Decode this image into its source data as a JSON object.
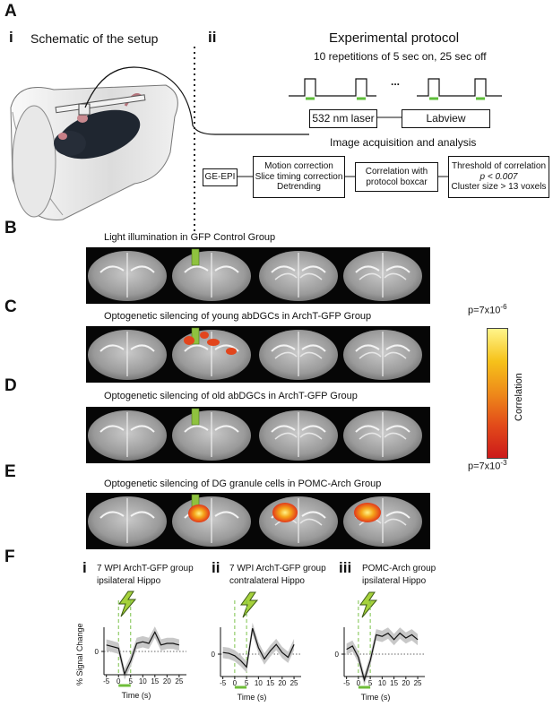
{
  "panel_A": {
    "letter": "A",
    "sub_i": "i",
    "sub_i_title": "Schematic of the setup",
    "sub_ii": "ii",
    "protocol_title": "Experimental protocol",
    "repetitions": "10 repetitions of 5 sec on, 25 sec off",
    "ellipsis": "...",
    "laser_box": "532 nm laser",
    "labview_box": "Labview",
    "analysis_title": "Image acquisition and analysis",
    "geepi_box": "GE-EPI",
    "motion_lines": [
      "Motion correction",
      "Slice timing correction",
      "Detrending"
    ],
    "correlation_lines": [
      "Correlation with",
      "protocol boxcar"
    ],
    "threshold_lines": [
      "Threshold of correlation",
      "p < 0.007",
      "Cluster size > 13 voxels"
    ]
  },
  "panel_B": {
    "letter": "B",
    "title": "Light illumination in GFP Control Group"
  },
  "panel_C": {
    "letter": "C",
    "title": "Optogenetic silencing of young abDGCs in ArchT-GFP Group"
  },
  "panel_D": {
    "letter": "D",
    "title": "Optogenetic silencing of old abDGCs in ArchT-GFP Group"
  },
  "panel_E": {
    "letter": "E",
    "title": "Optogenetic silencing of DG granule cells in POMC-Arch Group"
  },
  "colorbar": {
    "top_label": "p=7x10",
    "top_exp": "-6",
    "bottom_label": "p=7x10",
    "bottom_exp": "-3",
    "axis_label": "Correlation",
    "colors": [
      "#fff58a",
      "#f6c21a",
      "#ee8a1a",
      "#e24a1a",
      "#cc1a1a"
    ]
  },
  "panel_F": {
    "letter": "F",
    "ylabel": "% Signal  Change",
    "xlabel": "Time (s)",
    "subpanels": [
      {
        "roman": "i",
        "line1": "7 WPI ArchT-GFP group",
        "line2": "ipsilateral Hippo"
      },
      {
        "roman": "ii",
        "line1": "7 WPI ArchT-GFP group",
        "line2": "contralateral Hippo"
      },
      {
        "roman": "iii",
        "line1": "POMC-Arch group",
        "line2": "ipsilateral Hippo"
      }
    ]
  },
  "chart_data": [
    {
      "type": "line",
      "title": "7 WPI ArchT-GFP group ipsilateral Hippo",
      "xlabel": "Time (s)",
      "ylabel": "% Signal  Change",
      "xticks": [
        -5,
        0,
        5,
        10,
        15,
        20,
        25
      ],
      "x": [
        -5,
        -2.5,
        0,
        2.5,
        5,
        7.5,
        10,
        12.5,
        15,
        17.5,
        20,
        22.5,
        25
      ],
      "series": [
        {
          "values": [
            0.4,
            0.3,
            0.2,
            -1.4,
            -0.6,
            0.5,
            0.6,
            0.5,
            1.2,
            0.4,
            0.5,
            0.5,
            0.4
          ]
        }
      ],
      "stim_window": [
        0,
        5
      ],
      "grid": false
    },
    {
      "type": "line",
      "title": "7 WPI ArchT-GFP group contralateral Hippo",
      "xlabel": "Time (s)",
      "ylabel": "% Signal  Change",
      "xticks": [
        -5,
        0,
        5,
        10,
        15,
        20,
        25
      ],
      "x": [
        -5,
        -2.5,
        0,
        2.5,
        5,
        7.5,
        10,
        12.5,
        15,
        17.5,
        20,
        22.5,
        25
      ],
      "series": [
        {
          "values": [
            0.1,
            0.05,
            -0.1,
            -0.4,
            -0.8,
            1.6,
            0.4,
            -0.3,
            0.2,
            0.6,
            0.1,
            -0.2,
            0.6
          ]
        }
      ],
      "stim_window": [
        0,
        5
      ],
      "grid": false
    },
    {
      "type": "line",
      "title": "POMC-Arch group ipsilateral Hippo",
      "xlabel": "Time (s)",
      "ylabel": "% Signal  Change",
      "xticks": [
        -5,
        0,
        5,
        10,
        15,
        20,
        25
      ],
      "x": [
        -5,
        -2.5,
        0,
        2.5,
        5,
        7.5,
        10,
        12.5,
        15,
        17.5,
        20,
        22.5,
        25
      ],
      "series": [
        {
          "values": [
            0.3,
            0.5,
            -0.2,
            -1.6,
            -0.4,
            1.2,
            1.1,
            1.3,
            0.9,
            1.3,
            1.0,
            1.2,
            0.9
          ]
        }
      ],
      "stim_window": [
        0,
        5
      ],
      "grid": false
    }
  ]
}
